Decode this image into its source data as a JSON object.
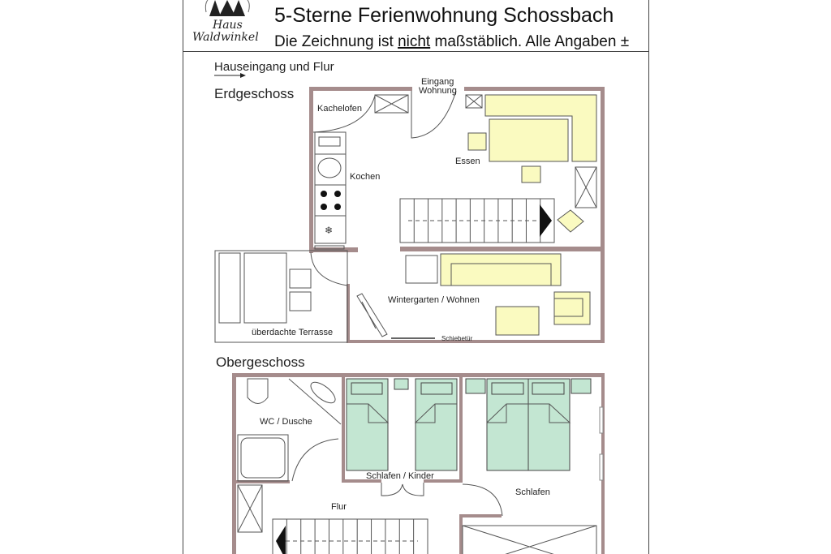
{
  "header": {
    "logo_line1": "Haus",
    "logo_line2": "Waldwinkel",
    "title": "5-Sterne Ferienwohnung Schossbach",
    "subtitle_pre": "Die Zeichnung ist ",
    "subtitle_emph": "nicht",
    "subtitle_post": " maßstäblich. Alle Angaben ±"
  },
  "legend": {
    "entrance": "Hauseingang und Flur"
  },
  "ground_floor": {
    "heading": "Erdgeschoss",
    "rooms": {
      "entrance_line1": "Eingang",
      "entrance_line2": "Wohnung",
      "stove": "Kachelofen",
      "kitchen": "Kochen",
      "dining": "Essen",
      "living": "Wintergarten / Wohnen",
      "terrace": "überdachte Terrasse",
      "sliding_door": "Schiebetür"
    }
  },
  "upper_floor": {
    "heading": "Obergeschoss",
    "rooms": {
      "bath": "WC / Dusche",
      "kids": "Schlafen / Kinder",
      "bedroom": "Schlafen",
      "hall": "Flur"
    }
  },
  "colors": {
    "wall": "#a58c8c",
    "furniture_yellow": "#fafac0",
    "bed_green": "#c3e6d2"
  }
}
